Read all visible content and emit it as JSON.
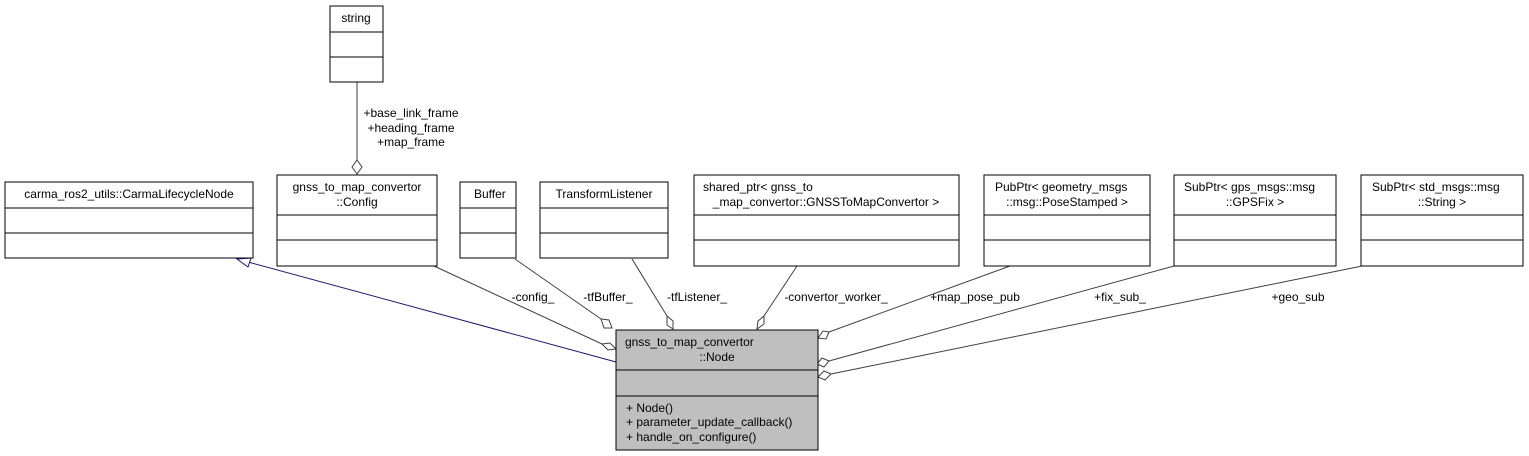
{
  "diagram": {
    "classes": {
      "string": {
        "title": [
          "string"
        ]
      },
      "carma": {
        "title": [
          "carma_ros2_utils::CarmaLifecycleNode"
        ]
      },
      "config": {
        "title": [
          "gnss_to_map_convertor",
          "::Config"
        ]
      },
      "buffer": {
        "title": [
          "Buffer"
        ]
      },
      "transform_listener": {
        "title": [
          "TransformListener"
        ]
      },
      "shared_ptr": {
        "title": [
          "shared_ptr< gnss_to",
          "_map_convertor::GNSSToMapConvertor >"
        ]
      },
      "pubptr": {
        "title": [
          "PubPtr< geometry_msgs",
          "::msg::PoseStamped >"
        ]
      },
      "subptr_gps": {
        "title": [
          "SubPtr< gps_msgs::msg",
          "::GPSFix >"
        ]
      },
      "subptr_std": {
        "title": [
          "SubPtr< std_msgs::msg",
          "::String >"
        ]
      },
      "node": {
        "title": [
          "gnss_to_map_convertor",
          "::Node"
        ],
        "methods": [
          "+ Node()",
          "+ parameter_update_callback()",
          "+ handle_on_configure()"
        ]
      }
    },
    "edge_labels": {
      "string_to_config": [
        "+base_link_frame",
        "+heading_frame",
        "+map_frame"
      ],
      "config": "-config_",
      "tfbuffer": "-tfBuffer_",
      "tflistener": "-tfListener_",
      "convertor_worker": "-convertor_worker_",
      "map_pose_pub": "+map_pose_pub",
      "fix_sub": "+fix_sub_",
      "geo_sub": "+geo_sub"
    },
    "colors": {
      "node_fill": "#bfbfbf",
      "inheritance_edge": "#191970",
      "association_edge": "#404040"
    }
  }
}
